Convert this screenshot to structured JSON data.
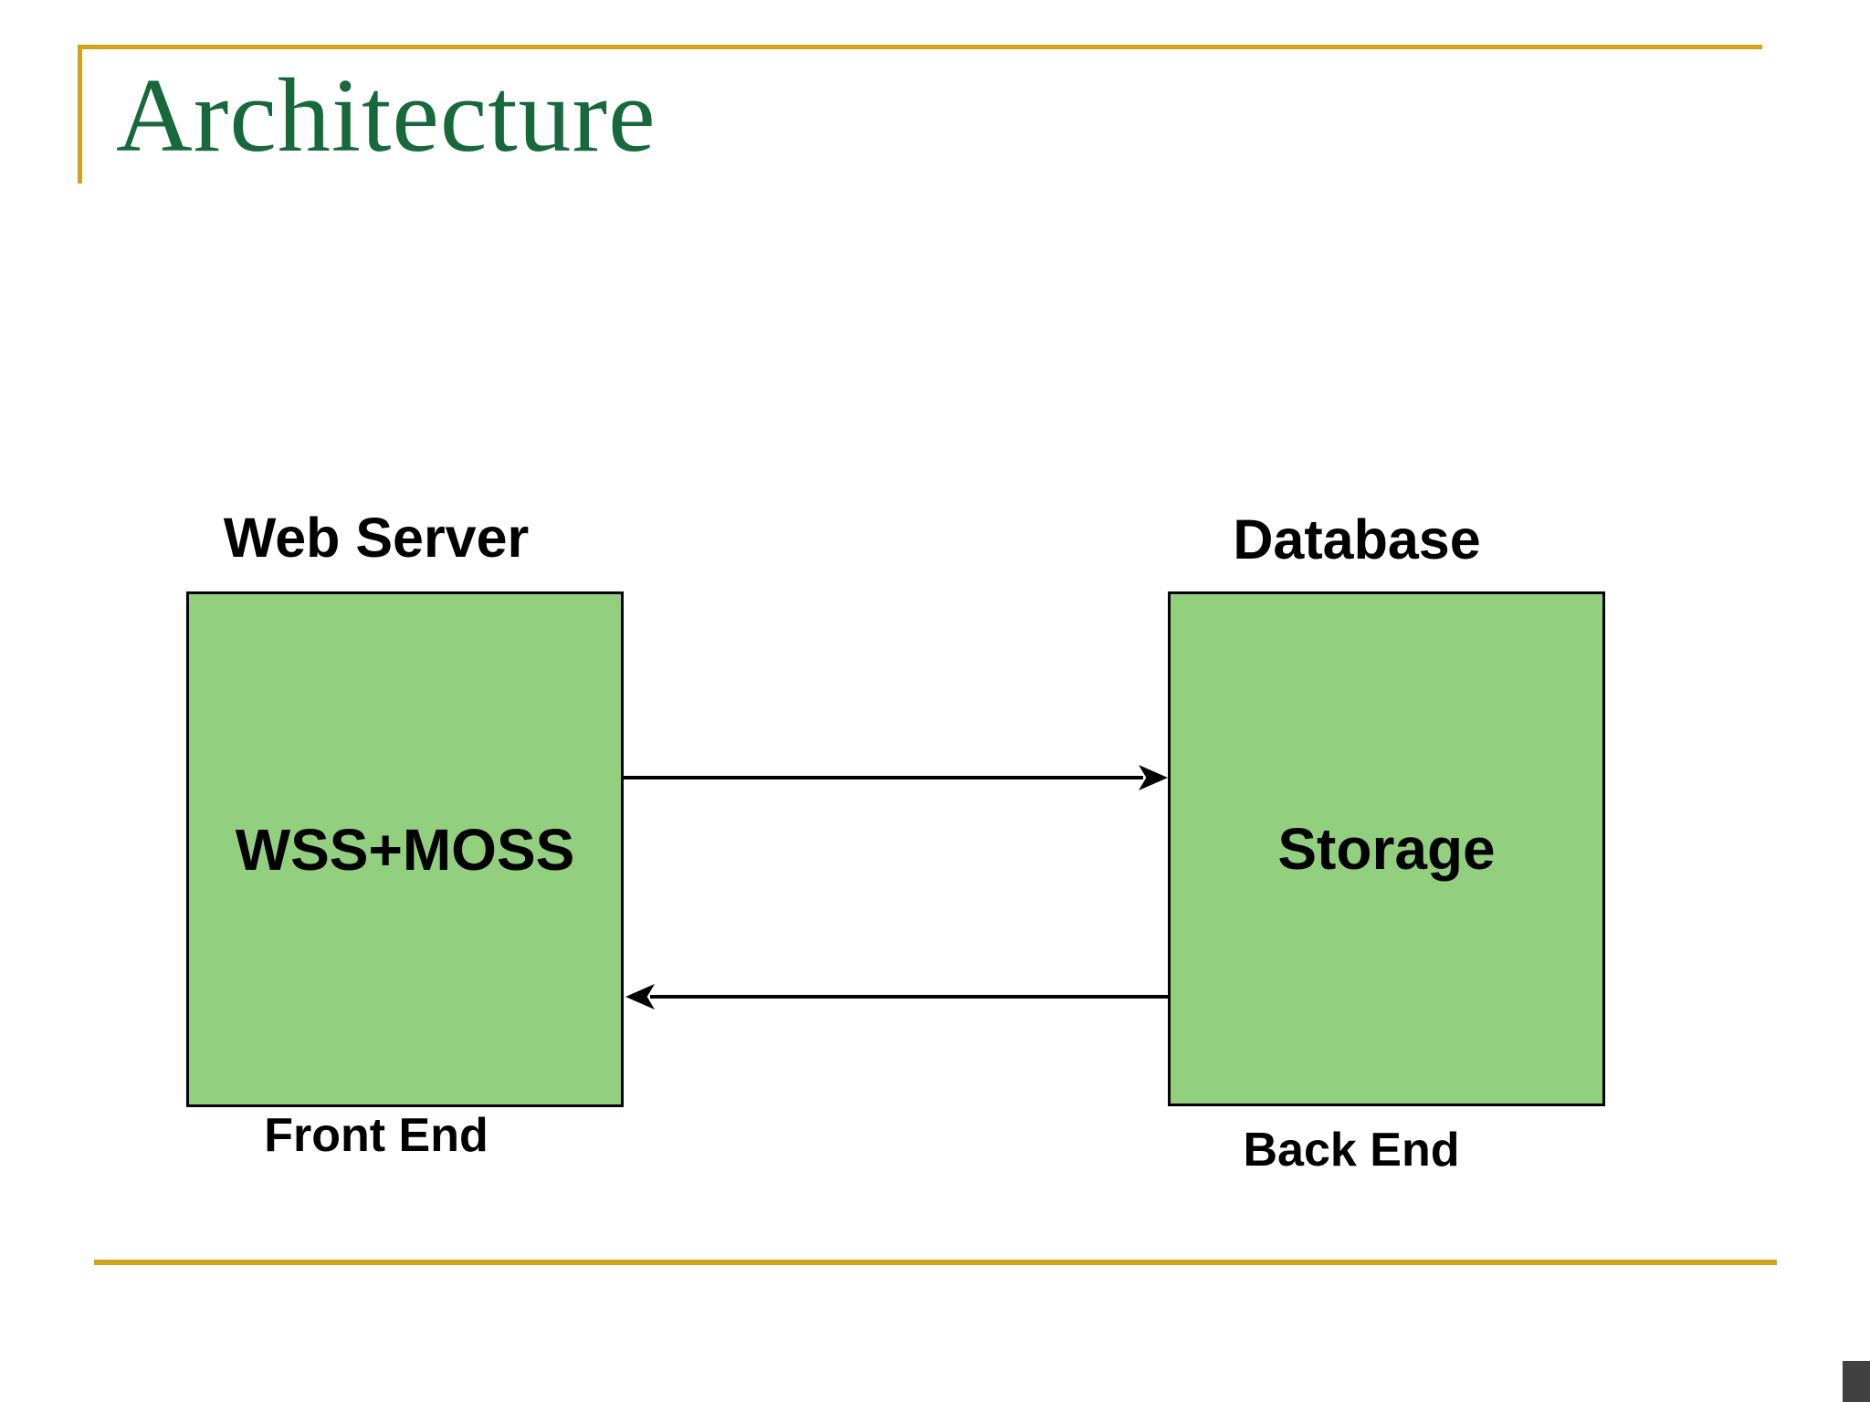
{
  "slide": {
    "title": "Architecture"
  },
  "colors": {
    "title_green": "#17693C",
    "accent_gold": "#D4A21A",
    "node_fill": "#92D080",
    "node_border": "#000000",
    "label_black": "#000000"
  },
  "diagram": {
    "nodes": [
      {
        "id": "web-server",
        "top_label": "Web Server",
        "box_label": "WSS+MOSS",
        "bottom_label": "Front End"
      },
      {
        "id": "database",
        "top_label": "Database",
        "box_label": "Storage",
        "bottom_label": "Back End"
      }
    ],
    "arrows": [
      {
        "name": "web-server-to-database",
        "direction": "right"
      },
      {
        "name": "database-to-web-server",
        "direction": "left"
      }
    ]
  }
}
